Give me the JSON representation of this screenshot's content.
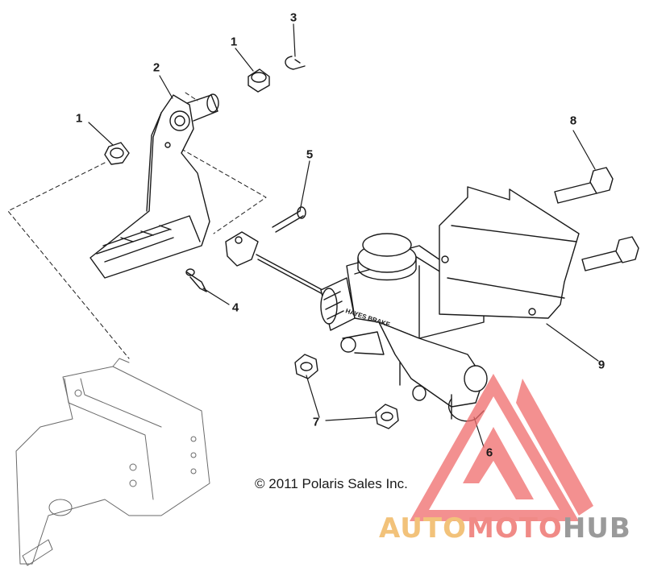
{
  "callouts": {
    "c1a": "1",
    "c1b": "1",
    "c2": "2",
    "c3": "3",
    "c4": "4",
    "c5": "5",
    "c6": "6",
    "c7": "7",
    "c8": "8",
    "c9": "9"
  },
  "master_cylinder_lettering": "HAYES BRAKE",
  "copyright": "© 2011 Polaris Sales Inc.",
  "watermark": {
    "part1": "AUTO",
    "part2": "MOTO",
    "part3": "HUB",
    "color_part1": "#f2c27a",
    "color_part2": "#f08a86",
    "color_part3": "#9a9a9a",
    "logo_color": "#ef6b6b"
  }
}
